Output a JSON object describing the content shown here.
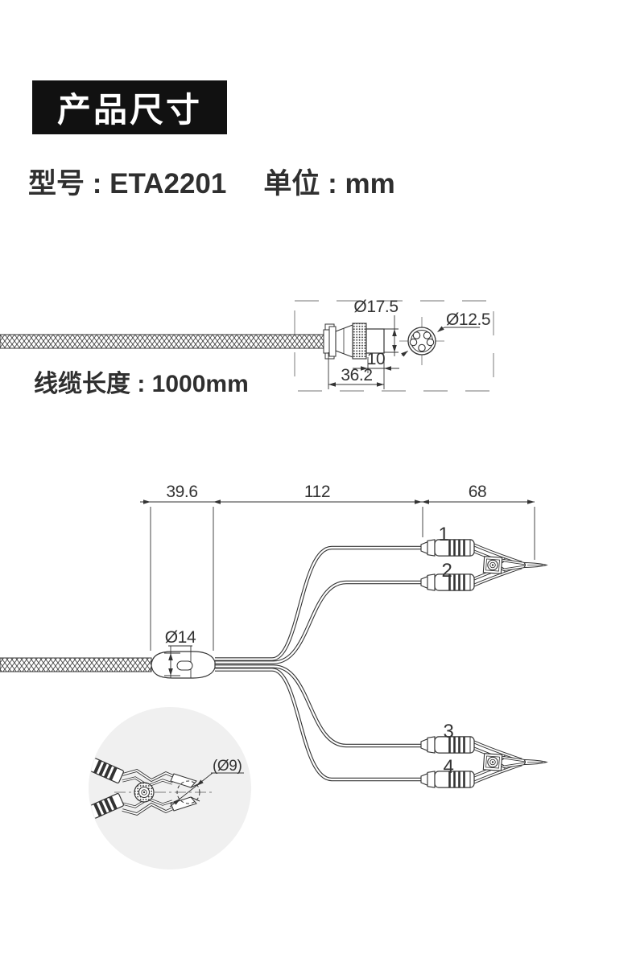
{
  "header": {
    "title": "产品尺寸"
  },
  "product": {
    "model_label": "型号 : ETA2201",
    "unit_label": "单位 : mm"
  },
  "cable": {
    "length_label": "线缆长度 : 1000mm"
  },
  "connector_view": {
    "dim_outer_diameter": "Ø17.5",
    "dim_face_diameter": "Ø12.5",
    "dim_plug_length": "10",
    "dim_body_length": "36.2"
  },
  "clip_view": {
    "dim_splitter_length": "39.6",
    "dim_lead_length": "112",
    "dim_clip_length": "68",
    "dim_splitter_diameter": "Ø14",
    "dim_jaw_opening": "(Ø9)",
    "clip_labels": [
      "1",
      "2",
      "3",
      "4"
    ]
  },
  "colors": {
    "line": "#333333",
    "dash_border": "#919191",
    "detail_circle_bg": "#f0f0f0",
    "header_bg": "#111111",
    "header_text": "#ffffff"
  }
}
